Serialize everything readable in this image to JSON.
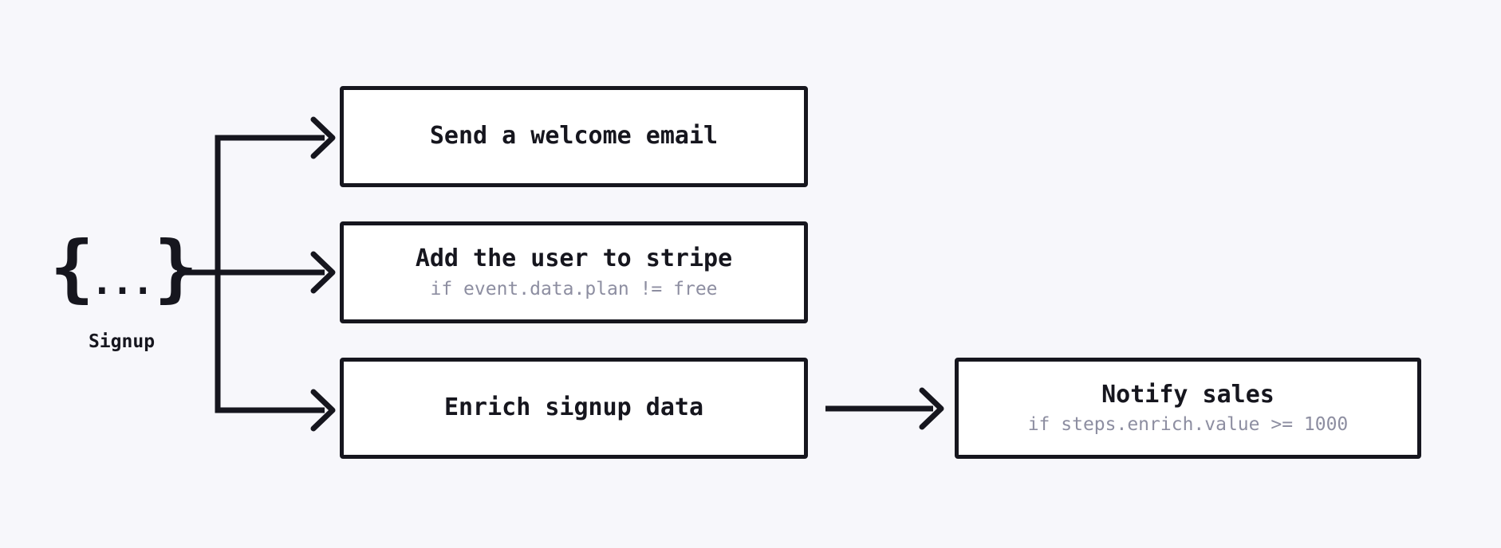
{
  "diagram": {
    "kind": "event-workflow-fanout",
    "colors": {
      "background": "#f7f7fb",
      "stroke": "#16161e",
      "box_background": "#ffffff",
      "condition_muted": "#8d8ea1"
    }
  },
  "event": {
    "icon": "curly-braces-payload-icon",
    "icon_left": "{",
    "icon_dots": "...",
    "icon_right": "}",
    "label": "Signup"
  },
  "steps": {
    "0": {
      "title": "Send a welcome email",
      "condition": ""
    },
    "1": {
      "title": "Add the user to stripe",
      "condition": "if event.data.plan != free"
    },
    "2": {
      "title": "Enrich signup data",
      "condition": ""
    },
    "3": {
      "title": "Notify sales",
      "condition": "if steps.enrich.value >= 1000"
    }
  }
}
